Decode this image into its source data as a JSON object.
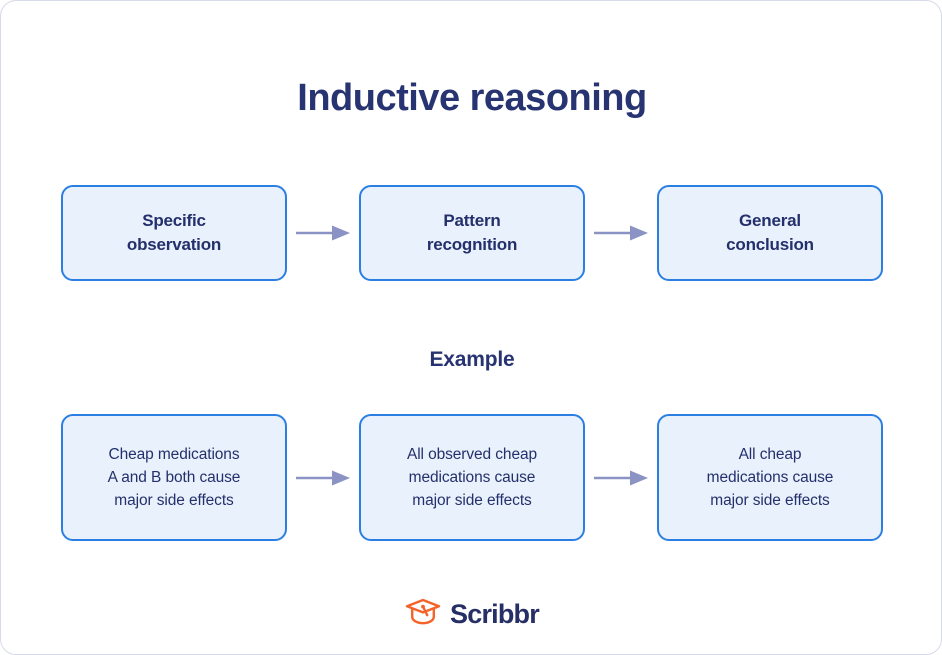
{
  "page": {
    "title": "Inductive reasoning",
    "background_color": "#ffffff",
    "border_color": "#d7dae8"
  },
  "colors": {
    "title_navy": "#283471",
    "box_fill": "#e9f1fc",
    "box_border": "#2b7fe3",
    "box_text": "#24306b",
    "arrow": "#8a93c4",
    "logo_orange": "#f4642a",
    "logo_navy": "#262f66"
  },
  "concept_flow": {
    "steps": [
      {
        "label": "Specific\nobservation"
      },
      {
        "label": "Pattern\nrecognition"
      },
      {
        "label": "General\nconclusion"
      }
    ],
    "arrows": [
      {
        "icon": "arrow-right-icon"
      },
      {
        "icon": "arrow-right-icon"
      }
    ]
  },
  "example": {
    "caption": "Example",
    "steps": [
      {
        "label": "Cheap medications\nA and B both cause\nmajor side effects"
      },
      {
        "label": "All observed cheap\nmedications cause\nmajor side effects"
      },
      {
        "label": "All cheap\nmedications cause\nmajor side effects"
      }
    ],
    "arrows": [
      {
        "icon": "arrow-right-icon"
      },
      {
        "icon": "arrow-right-icon"
      }
    ]
  },
  "logo": {
    "wordmark": "Scribbr",
    "mark": "graduation-cap-icon"
  },
  "chart_data": {
    "type": "diagram",
    "title": "Inductive reasoning",
    "layout": "two parallel left-to-right flow chains of three boxes joined by arrows",
    "rows": [
      {
        "name": "concept_flow",
        "nodes": [
          "Specific observation",
          "Pattern recognition",
          "General conclusion"
        ],
        "edges": [
          {
            "from": "Specific observation",
            "to": "Pattern recognition",
            "style": "arrow-right"
          },
          {
            "from": "Pattern recognition",
            "to": "General conclusion",
            "style": "arrow-right"
          }
        ]
      },
      {
        "name": "example_flow",
        "caption": "Example",
        "nodes": [
          "Cheap medications A and B both cause major side effects",
          "All observed cheap medications cause major side effects",
          "All cheap medications cause major side effects"
        ],
        "edges": [
          {
            "from": "Cheap medications A and B both cause major side effects",
            "to": "All observed cheap medications cause major side effects",
            "style": "arrow-right"
          },
          {
            "from": "All observed cheap medications cause major side effects",
            "to": "All cheap medications cause major side effects",
            "style": "arrow-right"
          }
        ]
      }
    ]
  }
}
